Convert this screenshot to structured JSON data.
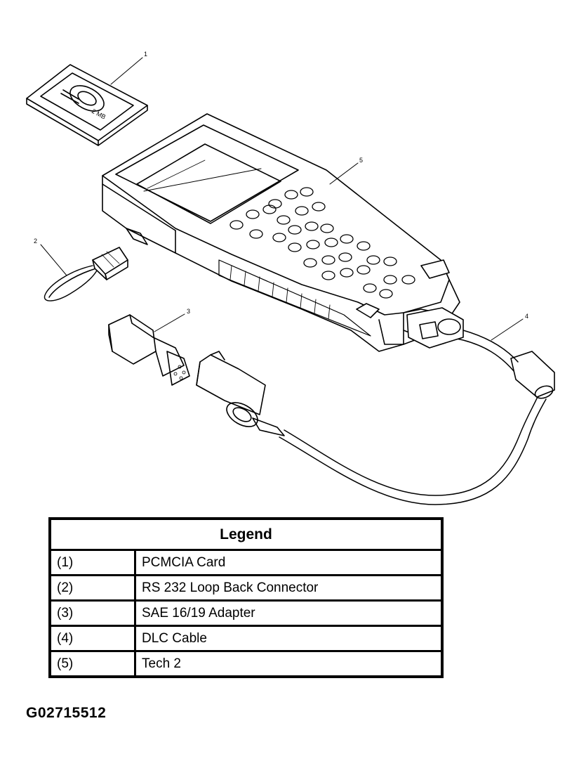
{
  "callouts": [
    "1",
    "2",
    "3",
    "4",
    "5"
  ],
  "card_label": "2 MB",
  "legend": {
    "title": "Legend",
    "rows": [
      {
        "num": "(1)",
        "desc": "PCMCIA Card"
      },
      {
        "num": "(2)",
        "desc": "RS 232 Loop Back Connector"
      },
      {
        "num": "(3)",
        "desc": "SAE 16/19 Adapter"
      },
      {
        "num": "(4)",
        "desc": "DLC Cable"
      },
      {
        "num": "(5)",
        "desc": "Tech 2"
      }
    ]
  },
  "figure_id": "G02715512"
}
